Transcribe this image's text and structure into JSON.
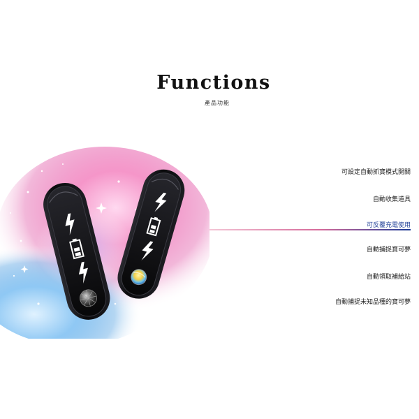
{
  "header": {
    "title": "Functions",
    "subtitle": "產品功能"
  },
  "functions": {
    "items": [
      {
        "label": "可設定自動抓寶模式開關",
        "active": false
      },
      {
        "label": "自動收集道具",
        "active": false
      },
      {
        "label": "可反覆充電使用",
        "active": true
      },
      {
        "label": "自動捕捉寶可夢",
        "active": false
      },
      {
        "label": "自動領取補給站",
        "active": false
      },
      {
        "label": "自動捕捉未知品種的寶可夢",
        "active": false
      }
    ]
  },
  "colors": {
    "active_text": "#24439a",
    "text": "#222222",
    "underline_start": "#f4c6d6",
    "underline_mid": "#d66a9a",
    "underline_end": "#1b3a95",
    "device_body": "#0d0d0f"
  },
  "icons": [
    "lightning-icon",
    "battery-icon",
    "crystal-button-icon",
    "color-gem-button-icon"
  ]
}
